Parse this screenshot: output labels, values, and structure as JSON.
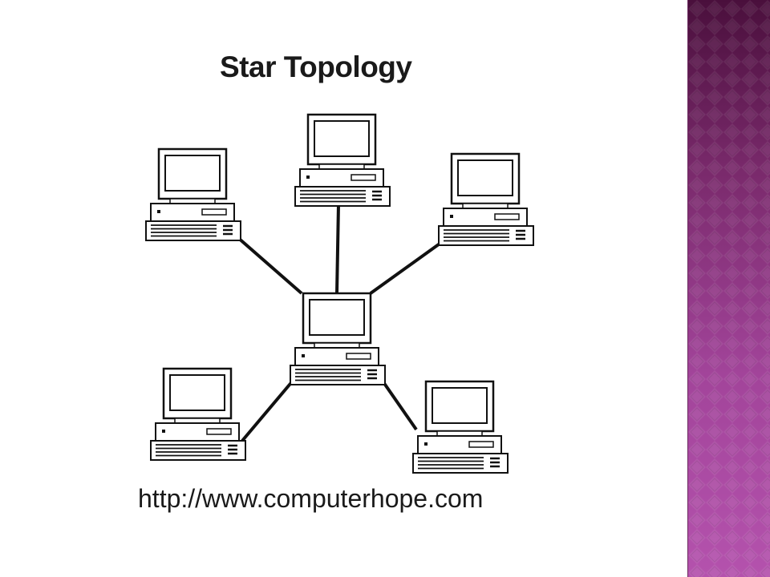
{
  "slide": {
    "title": "Star Topology",
    "caption": "http://www.computerhope.com"
  },
  "diagram": {
    "type": "star-topology",
    "hub": "hub-computer",
    "nodes": [
      "computer-top-left",
      "computer-top-center",
      "computer-top-right",
      "hub-computer",
      "computer-bottom-left",
      "computer-bottom-right"
    ],
    "links": [
      [
        "hub-computer",
        "computer-top-left"
      ],
      [
        "hub-computer",
        "computer-top-center"
      ],
      [
        "hub-computer",
        "computer-top-right"
      ],
      [
        "hub-computer",
        "computer-bottom-left"
      ],
      [
        "hub-computer",
        "computer-bottom-right"
      ]
    ],
    "line_color": "#111111"
  },
  "theme": {
    "side_panel_colors": [
      "#4a0f3c",
      "#7a2a6c",
      "#a2449a",
      "#b452ad"
    ]
  }
}
